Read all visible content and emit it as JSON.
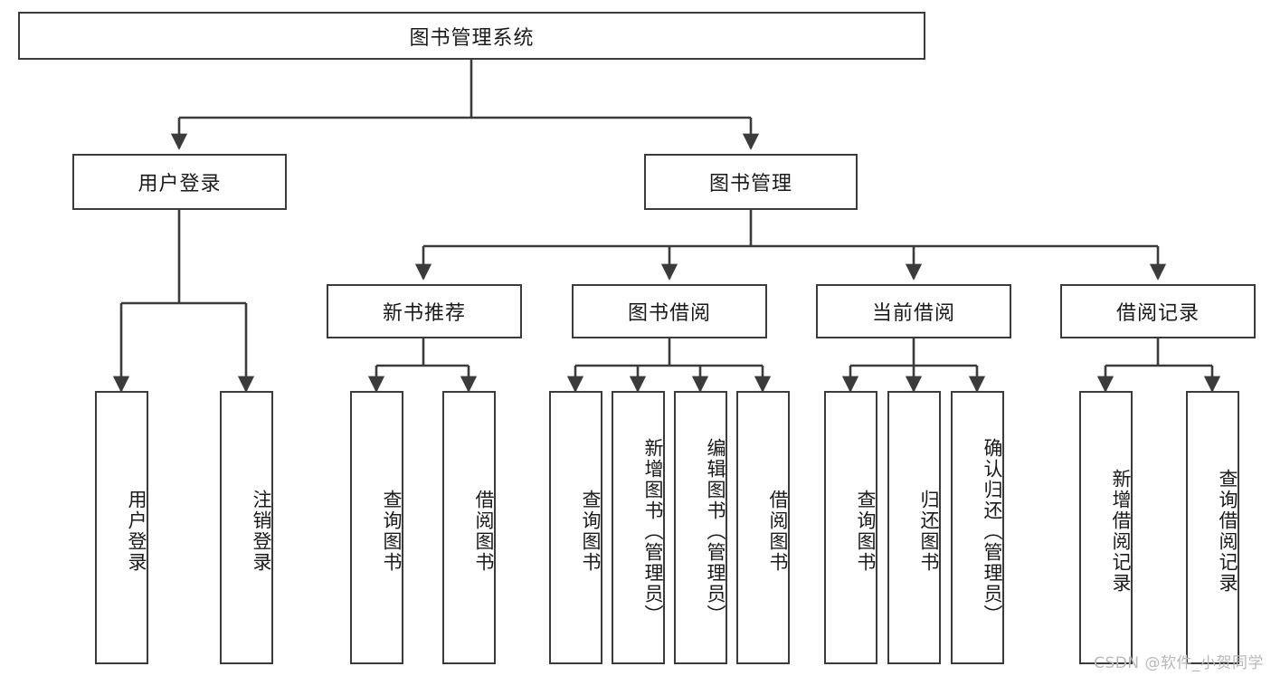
{
  "diagram": {
    "title": "图书管理系统",
    "watermark": "CSDN @软件_小贺同学",
    "colors": {
      "border": "#3b3b3b",
      "background": "#ffffff",
      "text": "#1a1a1a",
      "edge": "#3b3b3b",
      "watermark": "#b9b9b9"
    },
    "nodes": {
      "root": {
        "label": "图书管理系统"
      },
      "level2": [
        {
          "id": "user-login",
          "label": "用户登录"
        },
        {
          "id": "book-manage",
          "label": "图书管理"
        }
      ],
      "level3": [
        {
          "id": "new-book-recommend",
          "label": "新书推荐"
        },
        {
          "id": "book-borrow",
          "label": "图书借阅"
        },
        {
          "id": "current-borrow",
          "label": "当前借阅"
        },
        {
          "id": "borrow-record",
          "label": "借阅记录"
        }
      ],
      "leaves": [
        {
          "id": "leaf-user-login",
          "label": "用户登录",
          "parent": "user-login"
        },
        {
          "id": "leaf-logout-login",
          "label": "注销登录",
          "parent": "user-login"
        },
        {
          "id": "leaf-query-book-1",
          "label": "查询图书",
          "parent": "new-book-recommend"
        },
        {
          "id": "leaf-borrow-book-1",
          "label": "借阅图书",
          "parent": "new-book-recommend"
        },
        {
          "id": "leaf-query-book-2",
          "label": "查询图书",
          "parent": "book-borrow"
        },
        {
          "id": "leaf-add-book",
          "label": "新增图书（管理员）",
          "parent": "book-borrow"
        },
        {
          "id": "leaf-edit-book",
          "label": "编辑图书（管理员）",
          "parent": "book-borrow"
        },
        {
          "id": "leaf-borrow-book-2",
          "label": "借阅图书",
          "parent": "book-borrow"
        },
        {
          "id": "leaf-query-book-3",
          "label": "查询图书",
          "parent": "current-borrow"
        },
        {
          "id": "leaf-return-book",
          "label": "归还图书",
          "parent": "current-borrow"
        },
        {
          "id": "leaf-confirm-return",
          "label": "确认归还（管理员）",
          "parent": "current-borrow"
        },
        {
          "id": "leaf-add-record",
          "label": "新增借阅记录",
          "parent": "borrow-record"
        },
        {
          "id": "leaf-query-record",
          "label": "查询借阅记录",
          "parent": "borrow-record"
        }
      ]
    }
  }
}
